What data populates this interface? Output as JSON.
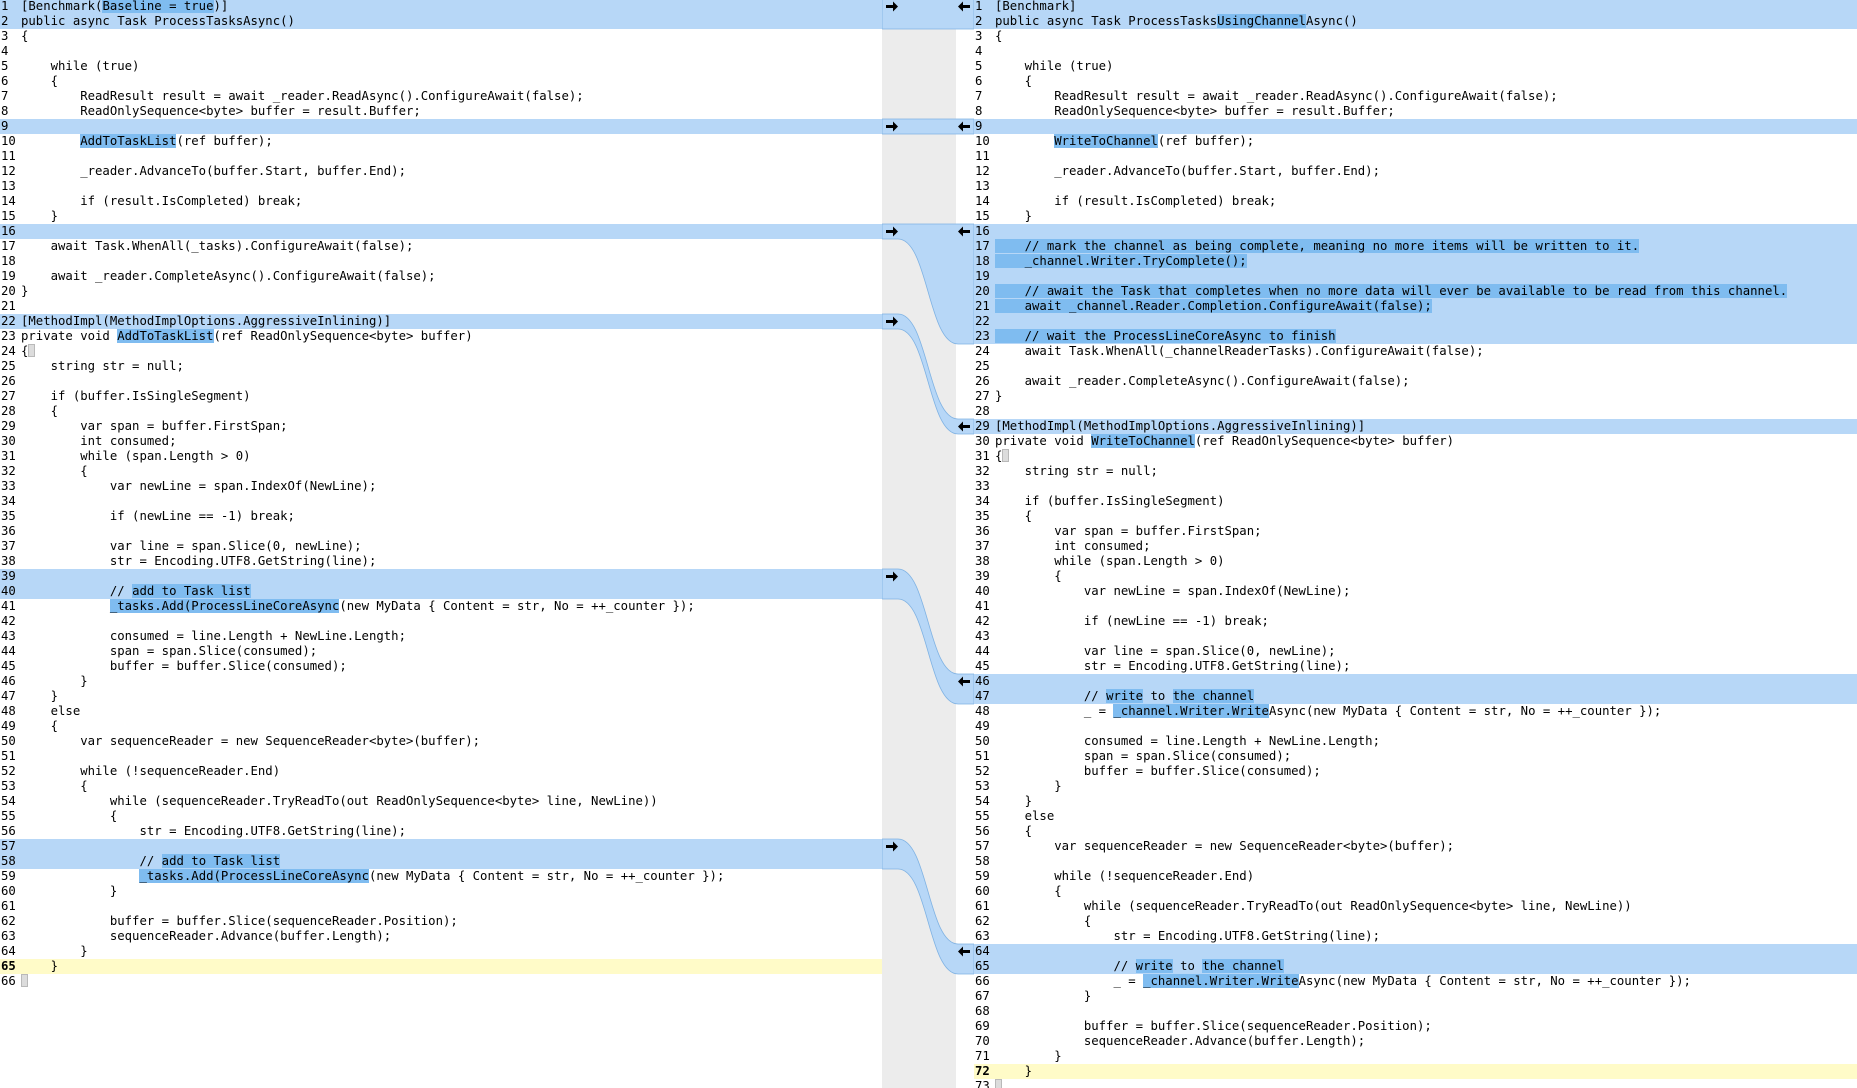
{
  "left": {
    "lines": [
      [
        {
          "t": "[Benchmark("
        },
        {
          "t": "Baseline = true",
          "h": 1
        },
        {
          "t": ")]"
        }
      ],
      [
        {
          "t": "public async Task ProcessTasksAsync()"
        }
      ],
      [
        {
          "t": "{"
        }
      ],
      [
        {
          "t": ""
        }
      ],
      [
        {
          "t": "    while (true)"
        }
      ],
      [
        {
          "t": "    {"
        }
      ],
      [
        {
          "t": "        ReadResult result = await _reader.ReadAsync().ConfigureAwait(false);"
        }
      ],
      [
        {
          "t": "        ReadOnlySequence<byte> buffer = result.Buffer;"
        }
      ],
      [
        {
          "t": ""
        }
      ],
      [
        {
          "t": "        "
        },
        {
          "t": "AddToTaskList",
          "h": 1
        },
        {
          "t": "(ref buffer);"
        }
      ],
      [
        {
          "t": ""
        }
      ],
      [
        {
          "t": "        _reader.AdvanceTo(buffer.Start, buffer.End);"
        }
      ],
      [
        {
          "t": ""
        }
      ],
      [
        {
          "t": "        if (result.IsCompleted) break;"
        }
      ],
      [
        {
          "t": "    }"
        }
      ],
      [
        {
          "t": ""
        }
      ],
      [
        {
          "t": "    await Task.WhenAll(_tasks).ConfigureAwait(false);"
        }
      ],
      [
        {
          "t": ""
        }
      ],
      [
        {
          "t": "    await _reader.CompleteAsync().ConfigureAwait(false);"
        }
      ],
      [
        {
          "t": "}"
        }
      ],
      [
        {
          "t": ""
        }
      ],
      [
        {
          "t": "[MethodImpl(MethodImplOptions.AggressiveInlining)]"
        }
      ],
      [
        {
          "t": "private void "
        },
        {
          "t": "AddToTaskList",
          "h": 1
        },
        {
          "t": "(ref ReadOnlySequence<byte> buffer)"
        }
      ],
      [
        {
          "t": "{",
          "c": 1
        }
      ],
      [
        {
          "t": "    string str = null;"
        }
      ],
      [
        {
          "t": ""
        }
      ],
      [
        {
          "t": "    if (buffer.IsSingleSegment)"
        }
      ],
      [
        {
          "t": "    {"
        }
      ],
      [
        {
          "t": "        var span = buffer.FirstSpan;"
        }
      ],
      [
        {
          "t": "        int consumed;"
        }
      ],
      [
        {
          "t": "        while (span.Length > 0)"
        }
      ],
      [
        {
          "t": "        {"
        }
      ],
      [
        {
          "t": "            var newLine = span.IndexOf(NewLine);"
        }
      ],
      [
        {
          "t": ""
        }
      ],
      [
        {
          "t": "            if (newLine == -1) break;"
        }
      ],
      [
        {
          "t": ""
        }
      ],
      [
        {
          "t": "            var line = span.Slice(0, newLine);"
        }
      ],
      [
        {
          "t": "            str = Encoding.UTF8.GetString(line);"
        }
      ],
      [
        {
          "t": ""
        }
      ],
      [
        {
          "t": "            // "
        },
        {
          "t": "add to Task list",
          "h": 1
        }
      ],
      [
        {
          "t": "            "
        },
        {
          "t": "_tasks.Add(ProcessLineCoreAsync",
          "h": 1
        },
        {
          "t": "(new MyData { Content = str, No = ++_counter });"
        }
      ],
      [
        {
          "t": ""
        }
      ],
      [
        {
          "t": "            consumed = line.Length + NewLine.Length;"
        }
      ],
      [
        {
          "t": "            span = span.Slice(consumed);"
        }
      ],
      [
        {
          "t": "            buffer = buffer.Slice(consumed);"
        }
      ],
      [
        {
          "t": "        }"
        }
      ],
      [
        {
          "t": "    }"
        }
      ],
      [
        {
          "t": "    else"
        }
      ],
      [
        {
          "t": "    {"
        }
      ],
      [
        {
          "t": "        var sequenceReader = new SequenceReader<byte>(buffer);"
        }
      ],
      [
        {
          "t": ""
        }
      ],
      [
        {
          "t": "        while (!sequenceReader.End)"
        }
      ],
      [
        {
          "t": "        {"
        }
      ],
      [
        {
          "t": "            while (sequenceReader.TryReadTo(out ReadOnlySequence<byte> line, NewLine))"
        }
      ],
      [
        {
          "t": "            {"
        }
      ],
      [
        {
          "t": "                str = Encoding.UTF8.GetString(line);"
        }
      ],
      [
        {
          "t": ""
        }
      ],
      [
        {
          "t": "                // "
        },
        {
          "t": "add to Task list",
          "h": 1
        }
      ],
      [
        {
          "t": "                "
        },
        {
          "t": "_tasks.Add(ProcessLineCoreAsync",
          "h": 1
        },
        {
          "t": "(new MyData { Content = str, No = ++_counter });"
        }
      ],
      [
        {
          "t": "            }"
        }
      ],
      [
        {
          "t": ""
        }
      ],
      [
        {
          "t": "            buffer = buffer.Slice(sequenceReader.Position);"
        }
      ],
      [
        {
          "t": "            sequenceReader.Advance(buffer.Length);"
        }
      ],
      [
        {
          "t": "        }"
        }
      ],
      [
        {
          "t": "    }"
        }
      ],
      [
        {
          "t": "",
          "c": 1
        }
      ]
    ],
    "changed": [
      1,
      2,
      9,
      16,
      22,
      39,
      40,
      57,
      58
    ],
    "arrows": [
      1,
      9,
      16,
      22,
      39,
      57
    ],
    "cursor_line": 65
  },
  "right": {
    "lines": [
      [
        {
          "t": "[Benchmark]"
        }
      ],
      [
        {
          "t": "public async Task ProcessTasks"
        },
        {
          "t": "UsingChannel",
          "h": 1
        },
        {
          "t": "Async()"
        }
      ],
      [
        {
          "t": "{"
        }
      ],
      [
        {
          "t": ""
        }
      ],
      [
        {
          "t": "    while (true)"
        }
      ],
      [
        {
          "t": "    {"
        }
      ],
      [
        {
          "t": "        ReadResult result = await _reader.ReadAsync().ConfigureAwait(false);"
        }
      ],
      [
        {
          "t": "        ReadOnlySequence<byte> buffer = result.Buffer;"
        }
      ],
      [
        {
          "t": ""
        }
      ],
      [
        {
          "t": "        "
        },
        {
          "t": "WriteToChannel",
          "h": 1
        },
        {
          "t": "(ref buffer);"
        }
      ],
      [
        {
          "t": ""
        }
      ],
      [
        {
          "t": "        _reader.AdvanceTo(buffer.Start, buffer.End);"
        }
      ],
      [
        {
          "t": ""
        }
      ],
      [
        {
          "t": "        if (result.IsCompleted) break;"
        }
      ],
      [
        {
          "t": "    }"
        }
      ],
      [
        {
          "t": ""
        }
      ],
      [
        {
          "t": "    // mark the channel as being complete, meaning no more items will be written to it.",
          "h": 1
        }
      ],
      [
        {
          "t": "    _channel.Writer.TryComplete();",
          "h": 1
        }
      ],
      [
        {
          "t": ""
        }
      ],
      [
        {
          "t": "    // await the Task that completes when no more data will ever be available to be read from this channel.",
          "h": 1
        }
      ],
      [
        {
          "t": "    await _channel.Reader.Completion.ConfigureAwait(false);",
          "h": 1
        }
      ],
      [
        {
          "t": ""
        }
      ],
      [
        {
          "t": "    // wait the ProcessLineCoreAsync to finish",
          "h": 1
        }
      ],
      [
        {
          "t": "    await Task.WhenAll(_channelReaderTasks).ConfigureAwait(false);"
        }
      ],
      [
        {
          "t": ""
        }
      ],
      [
        {
          "t": "    await _reader.CompleteAsync().ConfigureAwait(false);"
        }
      ],
      [
        {
          "t": "}"
        }
      ],
      [
        {
          "t": ""
        }
      ],
      [
        {
          "t": "[MethodImpl(MethodImplOptions.AggressiveInlining)]"
        }
      ],
      [
        {
          "t": "private void "
        },
        {
          "t": "WriteToChannel",
          "h": 1
        },
        {
          "t": "(ref ReadOnlySequence<byte> buffer)"
        }
      ],
      [
        {
          "t": "{",
          "c": 1
        }
      ],
      [
        {
          "t": "    string str = null;"
        }
      ],
      [
        {
          "t": ""
        }
      ],
      [
        {
          "t": "    if (buffer.IsSingleSegment)"
        }
      ],
      [
        {
          "t": "    {"
        }
      ],
      [
        {
          "t": "        var span = buffer.FirstSpan;"
        }
      ],
      [
        {
          "t": "        int consumed;"
        }
      ],
      [
        {
          "t": "        while (span.Length > 0)"
        }
      ],
      [
        {
          "t": "        {"
        }
      ],
      [
        {
          "t": "            var newLine = span.IndexOf(NewLine);"
        }
      ],
      [
        {
          "t": ""
        }
      ],
      [
        {
          "t": "            if (newLine == -1) break;"
        }
      ],
      [
        {
          "t": ""
        }
      ],
      [
        {
          "t": "            var line = span.Slice(0, newLine);"
        }
      ],
      [
        {
          "t": "            str = Encoding.UTF8.GetString(line);"
        }
      ],
      [
        {
          "t": ""
        }
      ],
      [
        {
          "t": "            // "
        },
        {
          "t": "write",
          "h": 1
        },
        {
          "t": " to "
        },
        {
          "t": "the channel",
          "h": 1
        }
      ],
      [
        {
          "t": "            _ = "
        },
        {
          "t": "_channel.Writer.Write",
          "h": 1
        },
        {
          "t": "Async(new MyData { Content = str, No = ++_counter });"
        }
      ],
      [
        {
          "t": ""
        }
      ],
      [
        {
          "t": "            consumed = line.Length + NewLine.Length;"
        }
      ],
      [
        {
          "t": "            span = span.Slice(consumed);"
        }
      ],
      [
        {
          "t": "            buffer = buffer.Slice(consumed);"
        }
      ],
      [
        {
          "t": "        }"
        }
      ],
      [
        {
          "t": "    }"
        }
      ],
      [
        {
          "t": "    else"
        }
      ],
      [
        {
          "t": "    {"
        }
      ],
      [
        {
          "t": "        var sequenceReader = new SequenceReader<byte>(buffer);"
        }
      ],
      [
        {
          "t": ""
        }
      ],
      [
        {
          "t": "        while (!sequenceReader.End)"
        }
      ],
      [
        {
          "t": "        {"
        }
      ],
      [
        {
          "t": "            while (sequenceReader.TryReadTo(out ReadOnlySequence<byte> line, NewLine))"
        }
      ],
      [
        {
          "t": "            {"
        }
      ],
      [
        {
          "t": "                str = Encoding.UTF8.GetString(line);"
        }
      ],
      [
        {
          "t": ""
        }
      ],
      [
        {
          "t": "                // "
        },
        {
          "t": "write",
          "h": 1
        },
        {
          "t": " to "
        },
        {
          "t": "the channel",
          "h": 1
        }
      ],
      [
        {
          "t": "                _ = "
        },
        {
          "t": "_channel.Writer.Write",
          "h": 1
        },
        {
          "t": "Async(new MyData { Content = str, No = ++_counter });"
        }
      ],
      [
        {
          "t": "            }"
        }
      ],
      [
        {
          "t": ""
        }
      ],
      [
        {
          "t": "            buffer = buffer.Slice(sequenceReader.Position);"
        }
      ],
      [
        {
          "t": "            sequenceReader.Advance(buffer.Length);"
        }
      ],
      [
        {
          "t": "        }"
        }
      ],
      [
        {
          "t": "    }"
        }
      ],
      [
        {
          "t": "",
          "c": 1
        }
      ]
    ],
    "changed": [
      1,
      2,
      9,
      16,
      17,
      18,
      19,
      20,
      21,
      22,
      23,
      29,
      46,
      47,
      64,
      65
    ],
    "arrows": [
      1,
      9,
      16,
      29,
      46,
      64
    ],
    "cursor_line": 72
  },
  "connectors": [
    {
      "left": [
        1,
        2
      ],
      "right": [
        1,
        2
      ]
    },
    {
      "left": [
        9,
        9
      ],
      "right": [
        9,
        9
      ]
    },
    {
      "left": [
        16,
        16
      ],
      "right": [
        16,
        23
      ]
    },
    {
      "left": [
        22,
        22
      ],
      "right": [
        29,
        29
      ]
    },
    {
      "left": [
        39,
        40
      ],
      "right": [
        46,
        47
      ]
    },
    {
      "left": [
        57,
        58
      ],
      "right": [
        64,
        65
      ]
    }
  ],
  "colors": {
    "changed_line": "#b7d7f7",
    "changed_word": "#7fbcf0",
    "connector_fill": "#b7d7f7",
    "connector_stroke": "#7fb2e3",
    "cursor_line": "#fffbc8",
    "gutter": "#ececec"
  },
  "icons": {
    "copy_to_right": "arrow-right-icon",
    "copy_to_left": "arrow-left-icon"
  }
}
